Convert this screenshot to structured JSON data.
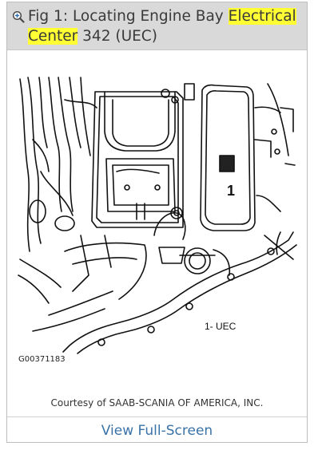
{
  "figure": {
    "title_prefix": "Fig 1: Locating Engine Bay ",
    "title_highlight_1": "Electrical",
    "title_space": " ",
    "title_highlight_2": "Center",
    "title_suffix": " 342 (UEC)",
    "callout_number": "1",
    "legend_text": "1-  UEC",
    "image_code": "G00371183",
    "credit": "Courtesy of SAAB-SCANIA OF AMERICA, INC.",
    "view_full_screen": "View Full-Screen"
  },
  "icons": {
    "zoom": "zoom-in-icon"
  },
  "colors": {
    "highlight": "#ffff33",
    "link": "#3a73a8",
    "header_bg": "#d9d9d9"
  }
}
